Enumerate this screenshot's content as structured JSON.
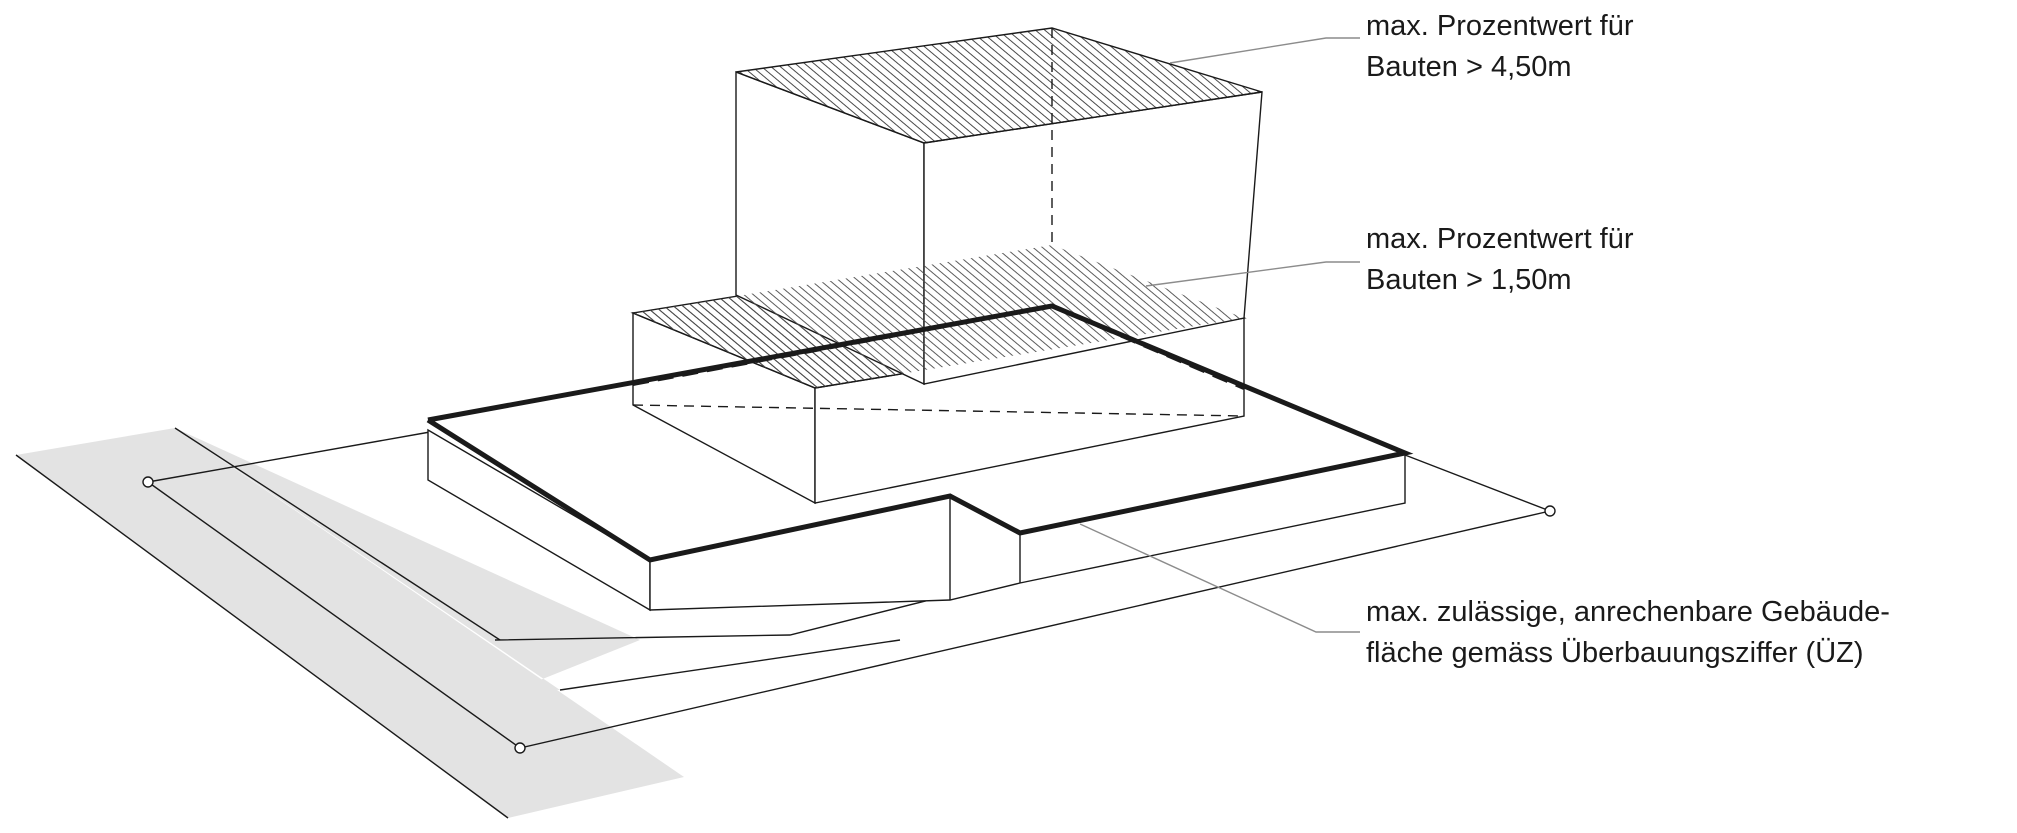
{
  "labels": {
    "upper_limit": [
      "max. Prozentwert für",
      "Bauten > 4,50m"
    ],
    "middle_limit": [
      "max. Prozentwert für",
      "Bauten > 1,50m"
    ],
    "building_area": [
      "max. zulässige, anrechenbare Gebäude-",
      "fläche gemäss Überbauungsziffer (ÜZ)"
    ]
  },
  "colors": {
    "line": "#1a1a1a",
    "leader": "#8c8c8c",
    "street": "#e3e3e3",
    "hatch": "#4a4a4a"
  }
}
